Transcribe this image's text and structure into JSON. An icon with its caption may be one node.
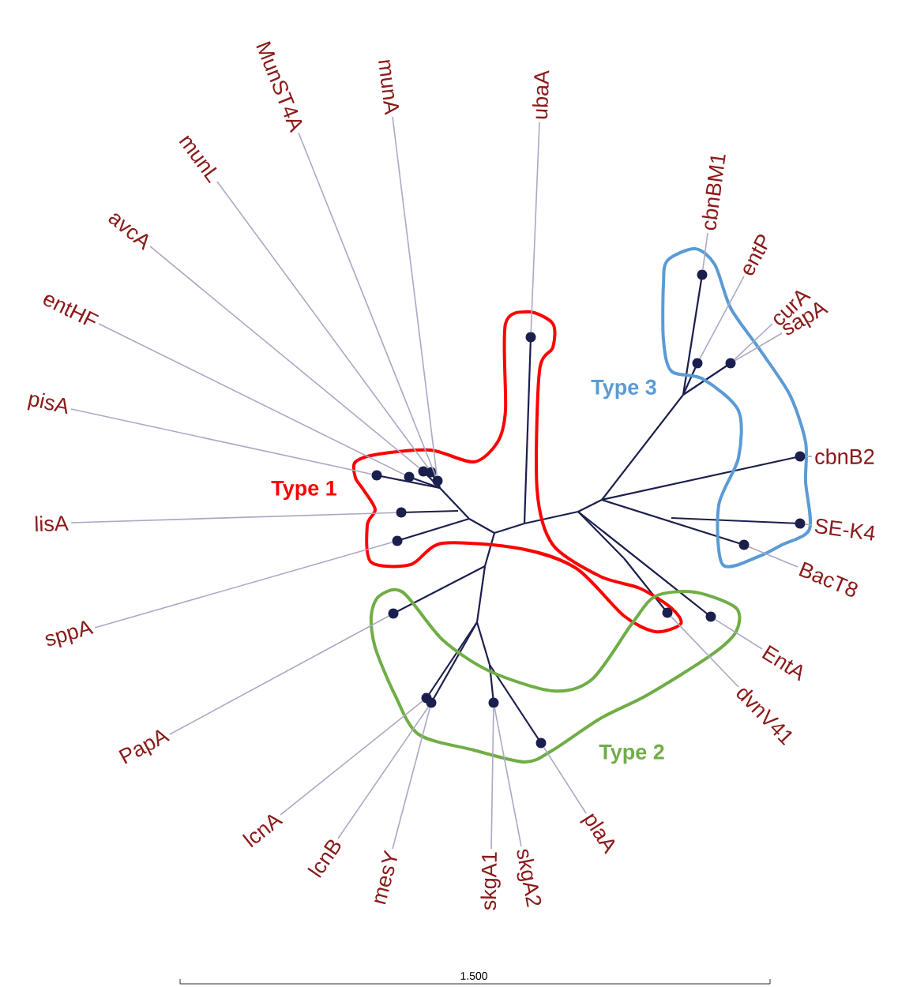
{
  "diagram": {
    "nodes": [
      {
        "text": [
          "MunST4A"
        ]
      },
      {
        "text": [
          "munA"
        ]
      },
      {
        "text": [
          "ubaA"
        ]
      },
      {
        "text": [
          "munL"
        ]
      },
      {
        "text": [
          "avcA"
        ]
      },
      {
        "text": [
          "cbnBM1"
        ]
      },
      {
        "text": [
          "entP"
        ]
      },
      {
        "text": [
          "entHF"
        ]
      },
      {
        "text": [
          "curA"
        ]
      },
      {
        "text": [
          "sapA"
        ]
      },
      {
        "text": [
          "pisA"
        ]
      },
      {
        "text": [
          "cbnB2"
        ]
      },
      {
        "text": [
          "lisA"
        ]
      },
      {
        "text": [
          "SE-K4"
        ]
      },
      {
        "text": [
          "sppA"
        ]
      },
      {
        "text": [
          "BacT8"
        ]
      },
      {
        "text": [
          "EntA"
        ]
      },
      {
        "text": [
          "dvnV41"
        ]
      },
      {
        "text": [
          "PapA"
        ]
      },
      {
        "text": [
          "lcnA"
        ]
      },
      {
        "text": [
          "lcnB"
        ]
      },
      {
        "text": [
          "mesY"
        ]
      },
      {
        "text": [
          "skgA1"
        ]
      },
      {
        "text": [
          "skgA2"
        ]
      },
      {
        "text": [
          "plaA"
        ]
      },
      {
        "text": [],
        "shape": "circle"
      },
      {
        "text": [],
        "shape": "circle"
      },
      {
        "text": [],
        "shape": "circle"
      },
      {
        "text": [],
        "shape": "circle"
      },
      {
        "text": [],
        "shape": "circle"
      },
      {
        "text": [],
        "shape": "circle"
      },
      {
        "text": [],
        "shape": "circle"
      },
      {
        "text": [],
        "shape": "circle"
      },
      {
        "text": [],
        "shape": "circle"
      },
      {
        "text": [],
        "shape": "circle"
      },
      {
        "text": [],
        "shape": "circle"
      },
      {
        "text": [],
        "shape": "circle"
      },
      {
        "text": [],
        "shape": "circle"
      },
      {
        "text": [],
        "shape": "circle"
      },
      {
        "text": [],
        "shape": "circle"
      },
      {
        "text": [],
        "shape": "circle"
      },
      {
        "text": [],
        "shape": "circle"
      },
      {
        "text": [],
        "shape": "circle"
      },
      {
        "text": [],
        "shape": "circle"
      },
      {
        "text": [],
        "shape": "circle"
      },
      {
        "text": [],
        "shape": "circle"
      }
    ],
    "edges": [
      {
        "from": 0,
        "to": 34,
        "arrow": "none"
      },
      {
        "from": 1,
        "to": 34,
        "arrow": "none"
      },
      {
        "from": 2,
        "to": 26,
        "arrow": "none"
      },
      {
        "from": 3,
        "to": 33,
        "arrow": "none"
      },
      {
        "from": 4,
        "to": 32,
        "arrow": "none"
      },
      {
        "from": 5,
        "to": 25,
        "arrow": "none"
      },
      {
        "from": 6,
        "to": 27,
        "arrow": "none"
      },
      {
        "from": 7,
        "to": 31,
        "arrow": "none"
      },
      {
        "from": 8,
        "to": 28,
        "arrow": "none"
      },
      {
        "from": 9,
        "to": 28,
        "arrow": "none"
      },
      {
        "from": 10,
        "to": 30,
        "arrow": "none"
      },
      {
        "from": 11,
        "to": 29,
        "arrow": "none"
      },
      {
        "from": 12,
        "to": 35,
        "arrow": "none"
      },
      {
        "from": 13,
        "to": 36,
        "arrow": "none"
      },
      {
        "from": 14,
        "to": 37,
        "arrow": "none"
      },
      {
        "from": 15,
        "to": 38,
        "arrow": "none"
      },
      {
        "from": 16,
        "to": 40,
        "arrow": "none"
      },
      {
        "from": 17,
        "to": 39,
        "arrow": "none"
      },
      {
        "from": 18,
        "to": 41,
        "arrow": "none"
      },
      {
        "from": 19,
        "to": 42,
        "arrow": "none"
      },
      {
        "from": 20,
        "to": 43,
        "arrow": "none"
      },
      {
        "from": 21,
        "to": 43,
        "arrow": "none"
      },
      {
        "from": 22,
        "to": 44,
        "arrow": "none"
      },
      {
        "from": 23,
        "to": 44,
        "arrow": "none"
      },
      {
        "from": 24,
        "to": 45,
        "arrow": "none"
      }
    ],
    "labels": [
      "Type 3",
      "Type 1",
      "Type 2",
      "1.500"
    ]
  }
}
